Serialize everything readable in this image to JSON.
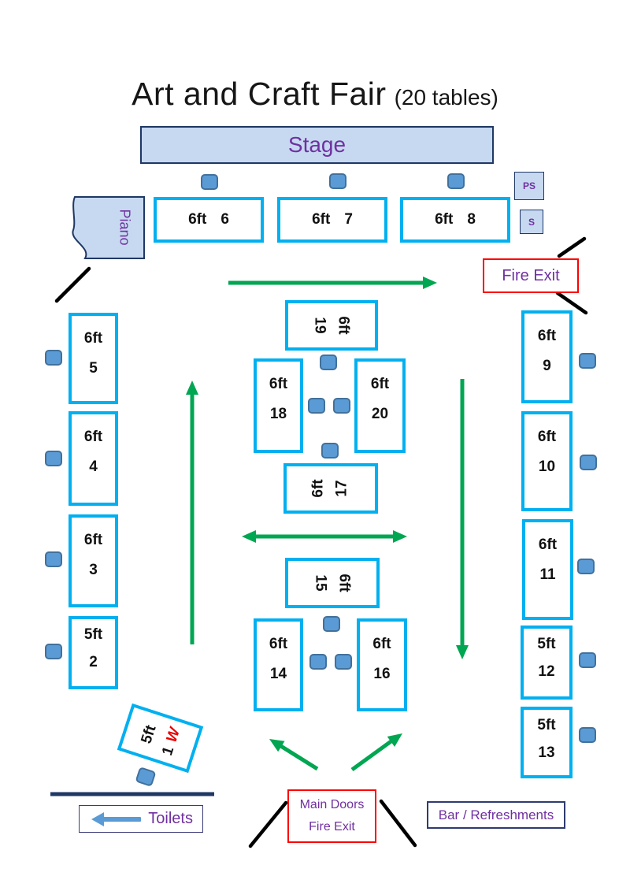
{
  "title": {
    "main": "Art and Craft Fair",
    "suffix": "(20 tables)"
  },
  "stage": {
    "label": "Stage"
  },
  "piano": {
    "label": "Piano"
  },
  "ps_box": {
    "label": "PS"
  },
  "s_box": {
    "label": "S"
  },
  "fire_exit_top": {
    "label": "Fire Exit"
  },
  "toilets": {
    "label": "Toilets"
  },
  "main_doors": {
    "line1": "Main Doors",
    "line2": "Fire Exit"
  },
  "bar": {
    "label": "Bar / Refreshments"
  },
  "tables": [
    {
      "id": 1,
      "size": "5ft",
      "number": "1",
      "mark": "W"
    },
    {
      "id": 2,
      "size": "5ft",
      "number": "2"
    },
    {
      "id": 3,
      "size": "6ft",
      "number": "3"
    },
    {
      "id": 4,
      "size": "6ft",
      "number": "4"
    },
    {
      "id": 5,
      "size": "6ft",
      "number": "5"
    },
    {
      "id": 6,
      "size": "6ft",
      "number": "6"
    },
    {
      "id": 7,
      "size": "6ft",
      "number": "7"
    },
    {
      "id": 8,
      "size": "6ft",
      "number": "8"
    },
    {
      "id": 9,
      "size": "6ft",
      "number": "9"
    },
    {
      "id": 10,
      "size": "6ft",
      "number": "10"
    },
    {
      "id": 11,
      "size": "6ft",
      "number": "11"
    },
    {
      "id": 12,
      "size": "5ft",
      "number": "12"
    },
    {
      "id": 13,
      "size": "5ft",
      "number": "13"
    },
    {
      "id": 14,
      "size": "6ft",
      "number": "14"
    },
    {
      "id": 15,
      "size": "6ft",
      "number": "15"
    },
    {
      "id": 16,
      "size": "6ft",
      "number": "16"
    },
    {
      "id": 17,
      "size": "6ft",
      "number": "17"
    },
    {
      "id": 18,
      "size": "6ft",
      "number": "18"
    },
    {
      "id": 19,
      "size": "6ft",
      "number": "19"
    },
    {
      "id": 20,
      "size": "6ft",
      "number": "20"
    }
  ],
  "colors": {
    "table_border": "#00b0f0",
    "chair_fill": "#5b9bd5",
    "chair_border": "#41719c",
    "stage_fill": "#c6d9f1",
    "navy": "#1f3864",
    "purple": "#7030a0",
    "green": "#00a651",
    "red": "#ff0000"
  }
}
